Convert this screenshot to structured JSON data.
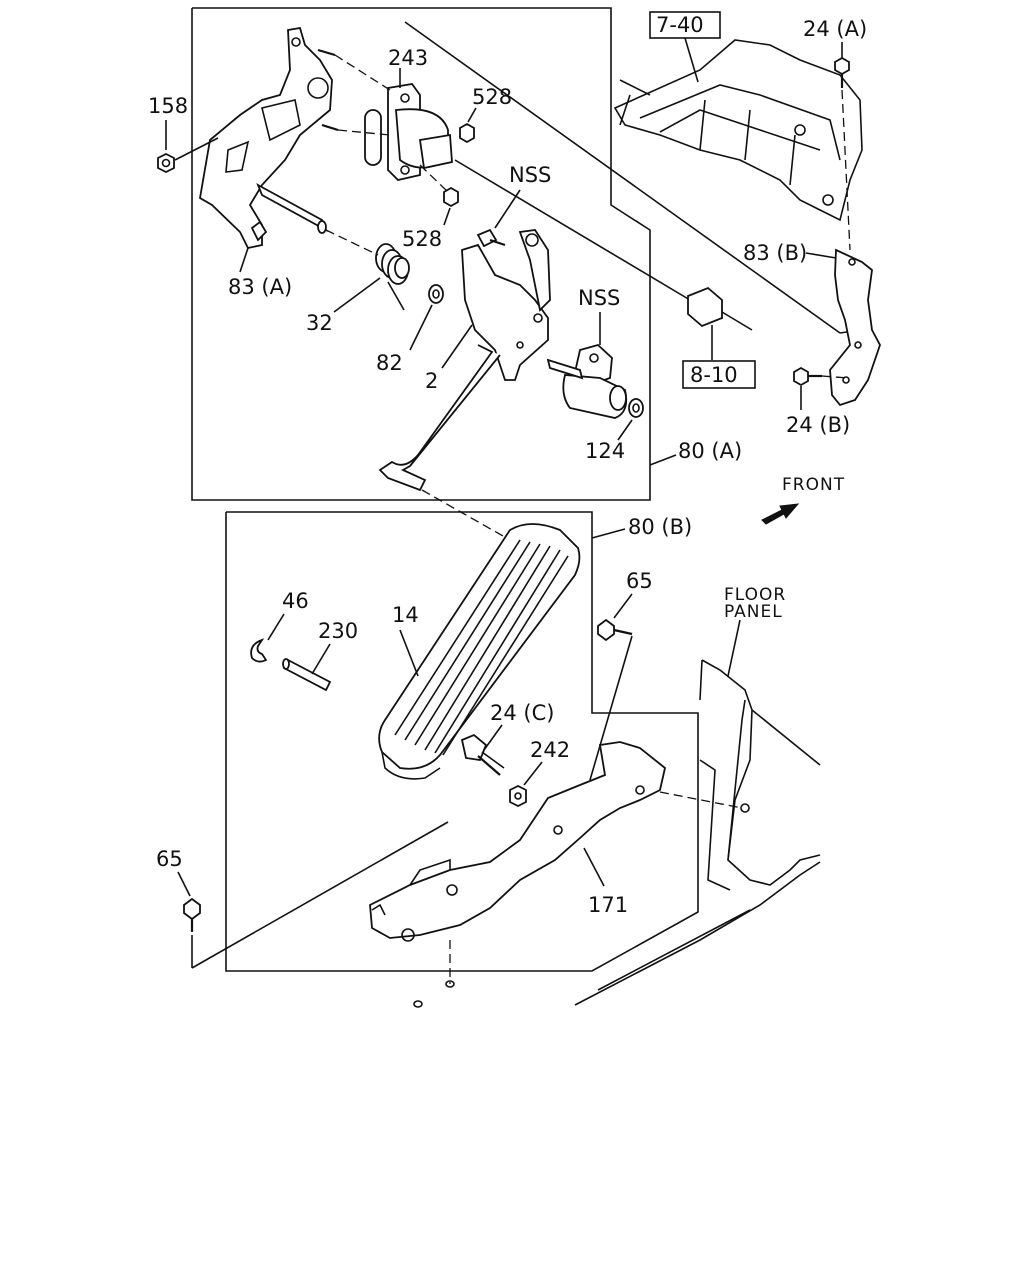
{
  "labels": {
    "p158": "158",
    "p243": "243",
    "p528a": "528",
    "p528b": "528",
    "p83a": "83 (A)",
    "p32": "32",
    "p82": "82",
    "p2": "2",
    "nss1": "NSS",
    "nss2": "NSS",
    "p124": "124",
    "p80a": "80 (A)",
    "p80b": "80 (B)",
    "ref740": "7-40",
    "ref810": "8-10",
    "p24a": "24 (A)",
    "p83b": "83 (B)",
    "p24b": "24 (B)",
    "front": "FRONT",
    "p46": "46",
    "p230": "230",
    "p14": "14",
    "p65a": "65",
    "p65b": "65",
    "p24c": "24 (C)",
    "p242": "242",
    "p171": "171",
    "floor1": "FLOOR",
    "floor2": "PANEL"
  },
  "icons": {
    "front_arrow": "front-arrow-icon"
  }
}
